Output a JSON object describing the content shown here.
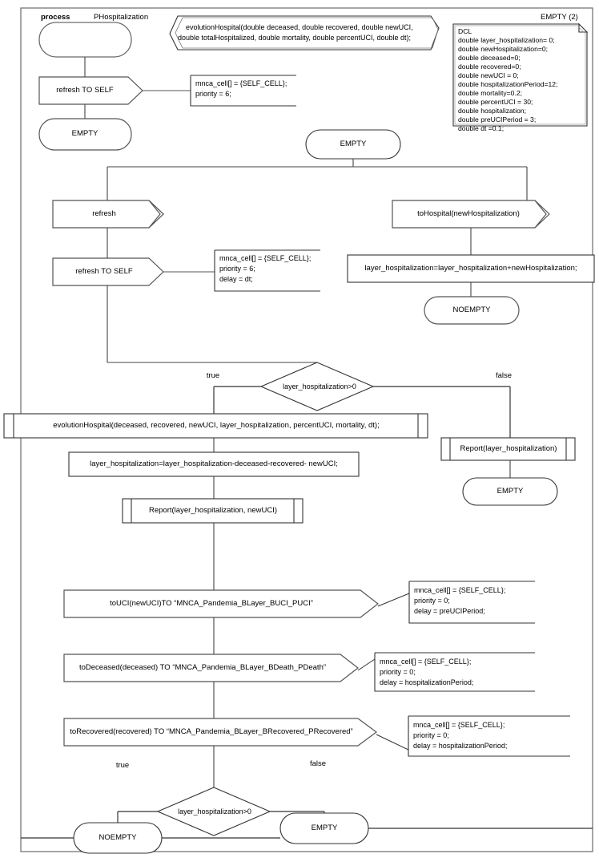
{
  "diagram": {
    "title_keyword": "process",
    "title_name": "PHospitalization",
    "corner_label": "EMPTY (2)"
  },
  "signature_box": {
    "line1": "evolutionHospital(double deceased, double recovered, double newUCI,",
    "line2": "double totalHospitalized, double mortality, double percentUCI, double dt);"
  },
  "dcl_box": {
    "lines": [
      "DCL",
      "double layer_hospitalization= 0;",
      "double newHospitalization=0;",
      "double deceased=0;",
      "double recovered=0;",
      "double newUCI = 0;",
      "double hospitalizationPeriod=12;",
      "double mortality=0.2;",
      "double percentUCI = 30;",
      "double hospitalization;",
      "double preUCIPeriod = 3;",
      "double dt =0.1;"
    ]
  },
  "nodes": {
    "start_state": "",
    "refresh_to_self_1": "refresh TO SELF",
    "empty_1": "EMPTY",
    "empty_2": "EMPTY",
    "refresh_receive": "refresh",
    "refresh_to_self_2": "refresh TO SELF",
    "to_hospital_receive": "toHospital(newHospitalization)",
    "layer_add_task": "layer_hospitalization=layer_hospitalization+newHospitalization;",
    "noempty_1": "NOEMPTY",
    "decision_1": "layer_hospitalization>0",
    "decision_1_true": "true",
    "decision_1_false": "false",
    "evolution_call": "evolutionHospital(deceased, recovered, newUCI, layer_hospitalization, percentUCI, mortality, dt);",
    "layer_sub_task": "layer_hospitalization=layer_hospitalization-deceased-recovered- newUCI;",
    "report_call_1": "Report(layer_hospitalization, newUCI)",
    "report_call_2": "Report(layer_hospitalization)",
    "empty_3": "EMPTY",
    "to_uci_send": "toUCI(newUCI)TO “MNCA_Pandemia_BLayer_BUCI_PUCI”",
    "to_deceased_send": "toDeceased(deceased) TO “MNCA_Pandemia_BLayer_BDeath_PDeath”",
    "to_recovered_send": "toRecovered(recovered) TO “MNCA_Pandemia_BLayer_BRecovered_PRecovered”",
    "decision_2": "layer_hospitalization>0",
    "decision_2_true": "true",
    "decision_2_false": "false",
    "noempty_2": "NOEMPTY",
    "empty_4": "EMPTY"
  },
  "notes": {
    "note_1": [
      "mnca_cell[] = {SELF_CELL};",
      "priority = 6;"
    ],
    "note_2": [
      "mnca_cell[] = {SELF_CELL};",
      "priority = 6;",
      "delay = dt;"
    ],
    "note_3": [
      "mnca_cell[] = {SELF_CELL};",
      "priority = 0;",
      "delay = preUCIPeriod;"
    ],
    "note_4": [
      "mnca_cell[] = {SELF_CELL};",
      "priority = 0;",
      "delay = hospitalizationPeriod;"
    ],
    "note_5": [
      "mnca_cell[] = {SELF_CELL};",
      "priority = 0;",
      "delay = hospitalizationPeriod;"
    ]
  },
  "colors": {
    "stroke": "#1a1a1a",
    "stroke_soft": "#6b6b6b",
    "background": "#ffffff",
    "text": "#000000"
  }
}
